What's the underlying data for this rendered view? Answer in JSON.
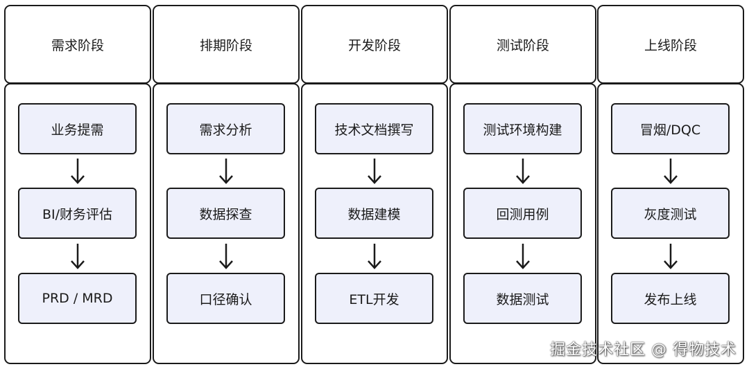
{
  "stages": [
    {
      "title": "需求阶段",
      "steps": [
        "业务提需",
        "BI/财务评估",
        "PRD / MRD"
      ]
    },
    {
      "title": "排期阶段",
      "steps": [
        "需求分析",
        "数据探查",
        "口径确认"
      ]
    },
    {
      "title": "开发阶段",
      "steps": [
        "技术文档撰写",
        "数据建模",
        "ETL开发"
      ]
    },
    {
      "title": "测试阶段",
      "steps": [
        "测试环境构建",
        "回测用例",
        "数据测试"
      ]
    },
    {
      "title": "上线阶段",
      "steps": [
        "冒烟/DQC",
        "灰度测试",
        "发布上线"
      ]
    }
  ],
  "watermark": "掘金技术社区 @ 得物技术",
  "colors": {
    "border": "#1a1a1a",
    "step_fill": "#eef0fb"
  }
}
